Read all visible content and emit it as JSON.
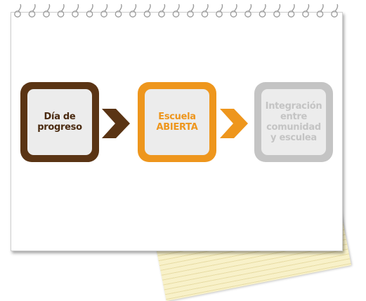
{
  "diagram": {
    "nodes": [
      {
        "line1": "Día de",
        "line2": "progreso",
        "line3": "",
        "line4": "",
        "border_color": "#5a3414",
        "text_color": "#4a2a10"
      },
      {
        "line1": "Escuela",
        "line2": "ABIERTA",
        "line3": "",
        "line4": "",
        "border_color": "#ee961d",
        "text_color": "#ee961d"
      },
      {
        "line1": "Integración",
        "line2": "entre",
        "line3": "comunidad",
        "line4": "y esculea",
        "border_color": "#c4c4c4",
        "text_color": "#c4c4c4"
      }
    ],
    "arrows": [
      {
        "color": "#5a3414"
      },
      {
        "color": "#ee961d"
      }
    ]
  }
}
